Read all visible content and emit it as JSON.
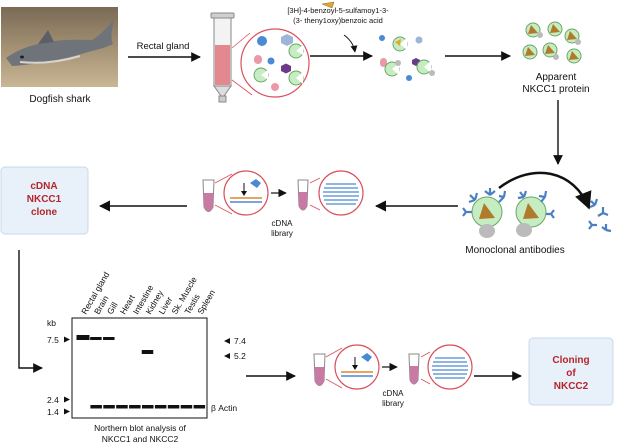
{
  "organism": {
    "label": "Dogfish shark"
  },
  "step_labels": {
    "rectal_gland": "Rectal gland",
    "ligand_line1": "[3H]-4-benzoyl-5-sulfamoy1-3-",
    "ligand_line2": "(3- theny1oxy)benzoic acid",
    "apparent_line1": "Apparent",
    "apparent_line2": "NKCC1 protein",
    "antibodies": "Monoclonal antibodies",
    "library1_line1": "cDNA",
    "library1_line2": "library",
    "library2_line1": "cDNA",
    "library2_line2": "library"
  },
  "boxes": {
    "clone_line1": "cDNA",
    "clone_line2": "NKCC1",
    "clone_line3": "clone",
    "cloning_line1": "Cloning",
    "cloning_line2": "of",
    "cloning_line3": "NKCC2"
  },
  "blot": {
    "lanes": [
      "Rectal gland",
      "Brain",
      "Gill",
      "Heart",
      "Intestine",
      "Kidney",
      "Liver",
      "Sk. Muscle",
      "Testis",
      "Spleen"
    ],
    "unit": "kb",
    "left_markers": [
      "7.5",
      "2.4",
      "1.4"
    ],
    "right_markers": [
      "7.4",
      "5.2"
    ],
    "actin_label": "β Actin",
    "caption_line1": "Northern blot analysis of",
    "caption_line2": "NKCC1 and NKCC2"
  },
  "colors": {
    "accent_red": "#b3262b",
    "box_fill": "#e8f0f9",
    "tube_pink": "#c97aa4",
    "circle_border": "#d9515d",
    "pale_green": "#c6ecc2"
  }
}
